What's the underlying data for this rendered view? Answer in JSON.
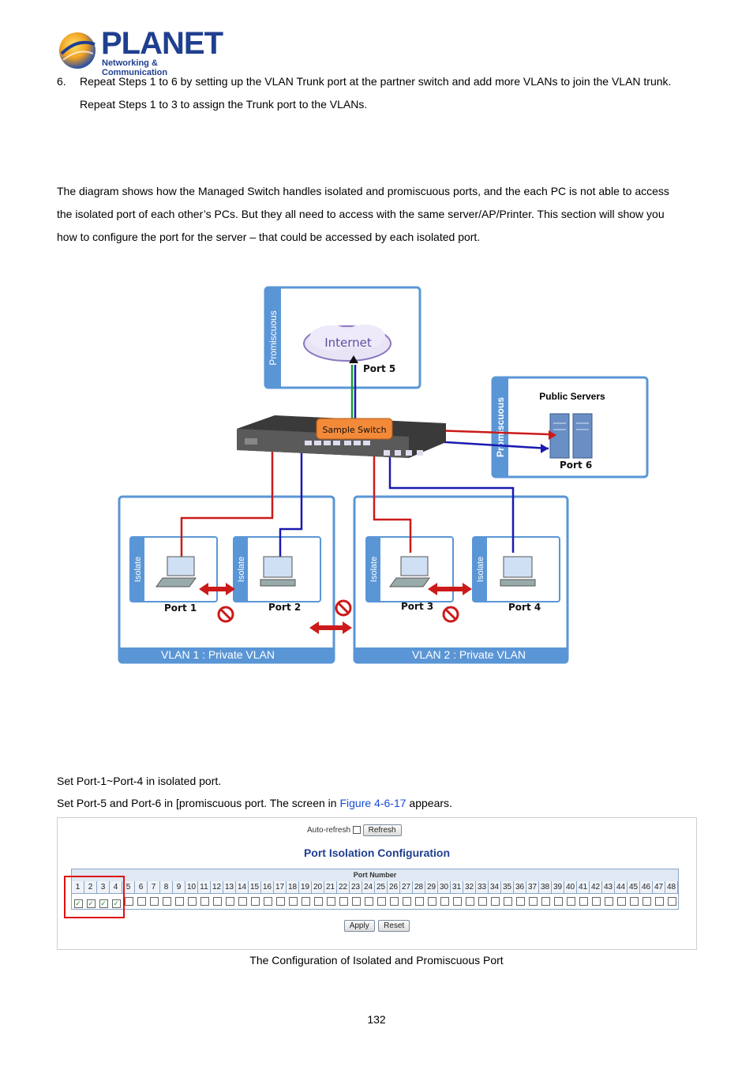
{
  "header": {
    "logo_word": "PLANET",
    "logo_sub": "Networking & Communication"
  },
  "step6": {
    "number": "6.",
    "line1": "Repeat Steps 1 to 6 by setting up the VLAN Trunk port at the partner switch and add more VLANs to join the VLAN trunk.",
    "line2": "Repeat Steps 1 to 3 to assign the Trunk port to the VLANs."
  },
  "intro": {
    "line1": "The diagram shows how the Managed Switch handles isolated and promiscuous ports, and the each PC is not able to access",
    "line2": "the isolated port of each other’s PCs. But they all need to access with the same server/AP/Printer. This section will show you",
    "line3": "how to configure the port for the server – that could be accessed by each isolated port."
  },
  "diagram": {
    "promiscuous_top": "Promiscuous",
    "internet": "Internet",
    "port5": "Port 5",
    "public_servers": "Public Servers",
    "promiscuous_right": "Promiscuous",
    "port6": "Port 6",
    "switch_label": "Sample Switch",
    "isolate": "Isolate",
    "port1": "Port 1",
    "port2": "Port 2",
    "port3": "Port 3",
    "port4": "Port 4",
    "vlan1": "VLAN 1 : Private VLAN",
    "vlan2": "VLAN 2 : Private VLAN",
    "colors": {
      "red_line": "#cc1a1a",
      "blue_line": "#1a1ab0",
      "green_line": "#1a9a3a",
      "box_border": "#5a96d6",
      "label": "#f28a3a"
    }
  },
  "instructions": {
    "line1": "Set Port-1~Port-4 in isolated port.",
    "line2_pre": "Set Port-5 and Port-6 in [promiscuous port. The screen in ",
    "line2_link": "Figure 4-6-17",
    "line2_post": " appears."
  },
  "screen": {
    "auto_refresh": "Auto-refresh",
    "refresh_btn": "Refresh",
    "title": "Port Isolation Configuration",
    "port_number_header": "Port Number",
    "ports": [
      "1",
      "2",
      "3",
      "4",
      "5",
      "6",
      "7",
      "8",
      "9",
      "10",
      "11",
      "12",
      "13",
      "14",
      "15",
      "16",
      "17",
      "18",
      "19",
      "20",
      "21",
      "22",
      "23",
      "24",
      "25",
      "26",
      "27",
      "28",
      "29",
      "30",
      "31",
      "32",
      "33",
      "34",
      "35",
      "36",
      "37",
      "38",
      "39",
      "40",
      "41",
      "42",
      "43",
      "44",
      "45",
      "46",
      "47",
      "48"
    ],
    "checked_ports": [
      "1",
      "2",
      "3",
      "4"
    ],
    "apply_btn": "Apply",
    "reset_btn": "Reset"
  },
  "caption": "The Configuration of Isolated and Promiscuous Port",
  "page_number": "132"
}
